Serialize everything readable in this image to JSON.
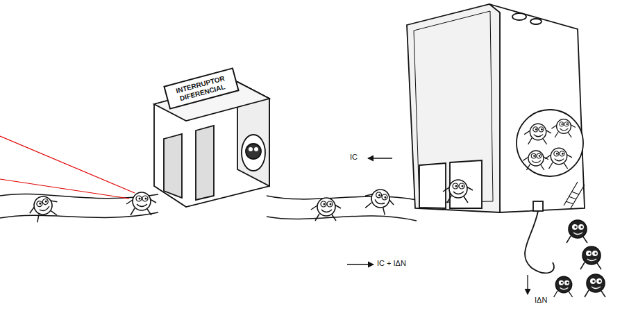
{
  "diagram": {
    "nodes": [
      {
        "text": [
          "INTERRUPTOR DIFERENCIAL"
        ]
      }
    ],
    "labels": [
      "IC",
      "IC + IΔN",
      "IΔN"
    ]
  }
}
